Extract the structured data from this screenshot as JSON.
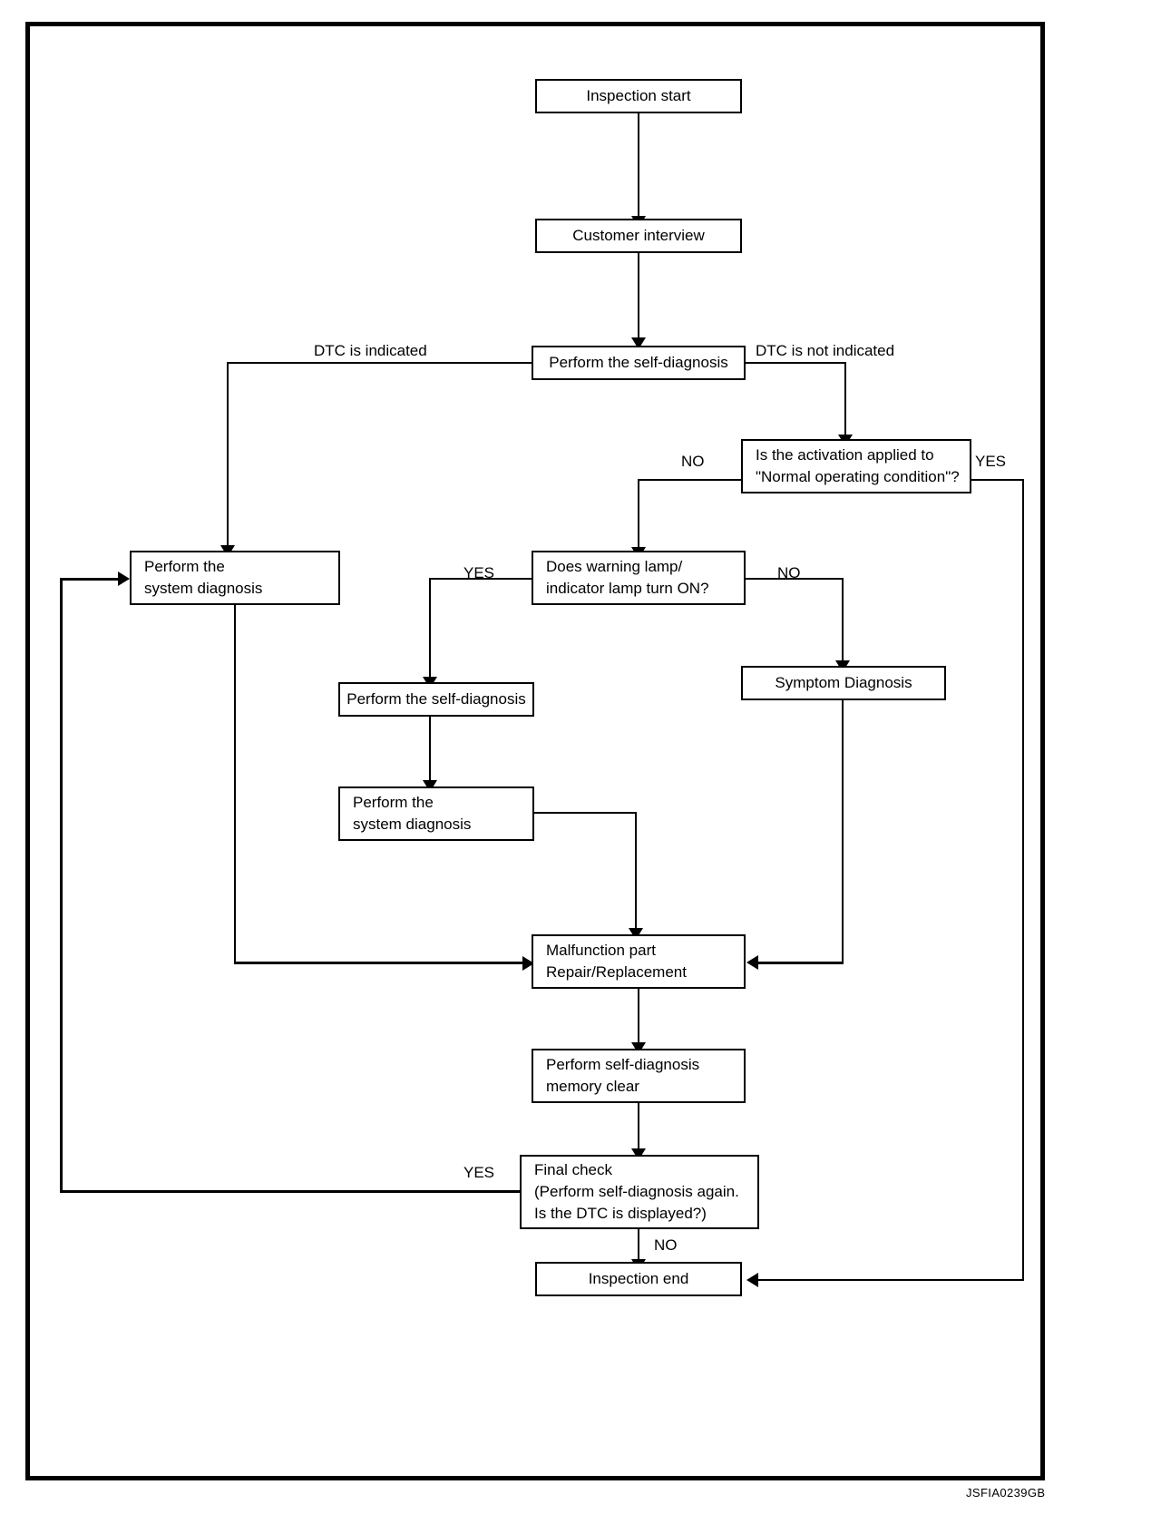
{
  "diagram": {
    "caption": "JSFIA0239GB",
    "nodes": {
      "inspection_start": "Inspection start",
      "customer_interview": "Customer interview",
      "perform_self_diagnosis_top": "Perform the self-diagnosis",
      "activation_question": "Is the activation applied to\n\"Normal operating condition\"?",
      "perform_system_diagnosis_left": "Perform the\nsystem diagnosis",
      "warning_lamp_question": "Does warning lamp/\nindicator lamp turn ON?",
      "symptom_diagnosis": "Symptom Diagnosis",
      "perform_self_diagnosis_mid": "Perform the self-diagnosis",
      "perform_system_diagnosis_mid": "Perform the\nsystem diagnosis",
      "malfunction_part": "Malfunction part\nRepair/Replacement",
      "memory_clear": "Perform self-diagnosis\nmemory clear",
      "final_check": "Final check\n(Perform self-diagnosis again.\nIs the DTC is displayed?)",
      "inspection_end": "Inspection end"
    },
    "edge_labels": {
      "dtc_indicated": "DTC is indicated",
      "dtc_not_indicated": "DTC is not indicated",
      "activation_no": "NO",
      "activation_yes": "YES",
      "lamp_yes": "YES",
      "lamp_no": "NO",
      "final_yes": "YES",
      "final_no": "NO"
    }
  }
}
